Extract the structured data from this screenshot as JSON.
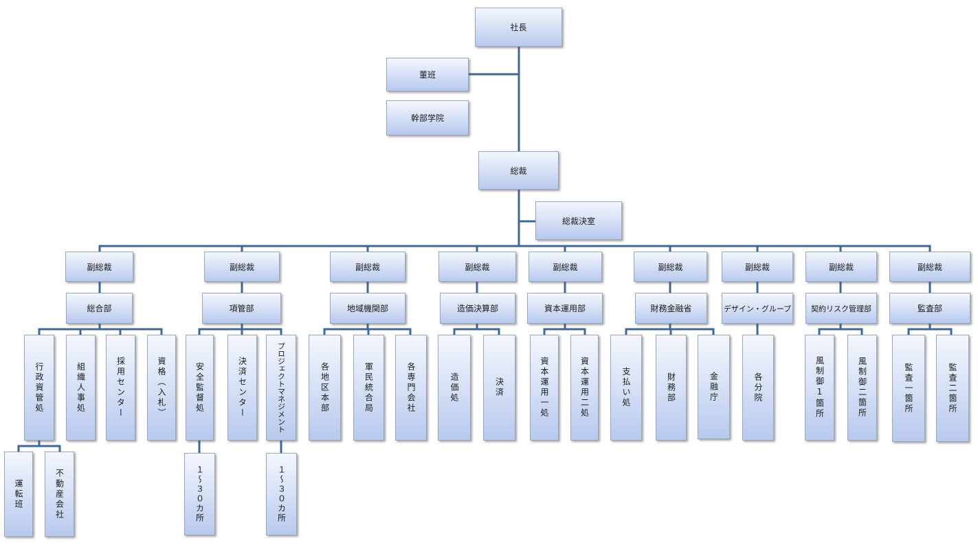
{
  "nodes": {
    "president": "社長",
    "board": "董班",
    "academy": "幹部学院",
    "ceo": "総裁",
    "ceo_office": "総裁決室",
    "vp1": "副総裁",
    "vp2": "副総裁",
    "vp3": "副総裁",
    "vp4": "副総裁",
    "vp5": "副総裁",
    "vp6": "副総裁",
    "vp7": "副総裁",
    "vp8": "副総裁",
    "vp9": "副総裁",
    "dept_general": "総合部",
    "dept_items": "項管部",
    "dept_regional": "地域機関部",
    "dept_cost": "造価決算部",
    "dept_capital": "資本運用部",
    "dept_finance": "財務金融省",
    "dept_design": "デザイン・グループ",
    "dept_contract_risk": "契約リスク管理部",
    "dept_audit": "監査部",
    "u_admin_asset": "行政資管処",
    "u_org_hr": "組織人事処",
    "u_recruit": "採用センター",
    "u_qualify": "資格（入札）",
    "u_safety": "安全監督処",
    "u_settle_center": "決済センター",
    "u_project_mgmt": "プロジェクトマネジメント",
    "u_regional_hq": "各地区本部",
    "u_civil_bureau": "軍民統合局",
    "u_special_co": "各専門会社",
    "u_cost_office": "造価処",
    "u_settlement": "決済",
    "u_capital1": "資本運用一処",
    "u_capital2": "資本運用二処",
    "u_payment": "支払い処",
    "u_finance_dept": "財務部",
    "u_finance_agency": "金融庁",
    "u_branches": "各分院",
    "u_risk1": "風制御1箇所",
    "u_risk2": "風制御二箇所",
    "u_audit1": "監査一箇所",
    "u_audit2": "監査二箇所",
    "s_transport": "運転班",
    "s_realestate": "不動産会社",
    "s_sites_a": "１～３０カ所",
    "s_sites_b": "１～３０カ所"
  },
  "colors": {
    "connector": "#3f6797",
    "box_border": "#9aa7b8"
  }
}
